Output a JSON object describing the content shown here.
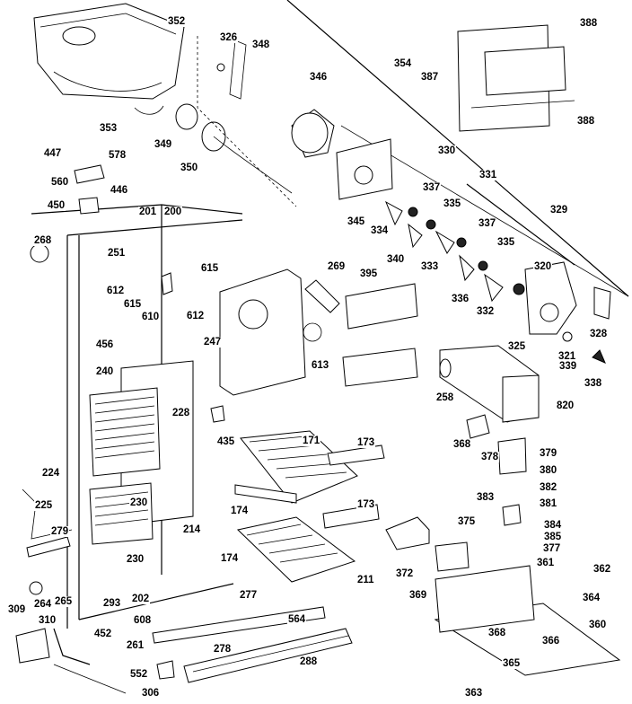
{
  "labels": [
    "352",
    "326",
    "348",
    "388",
    "354",
    "387",
    "346",
    "353",
    "349",
    "350",
    "388",
    "447",
    "578",
    "560",
    "446",
    "450",
    "330",
    "331",
    "345",
    "337",
    "335",
    "329",
    "334",
    "340",
    "333",
    "337",
    "335",
    "201",
    "200",
    "268",
    "251",
    "612",
    "615",
    "615",
    "610",
    "612",
    "269",
    "395",
    "320",
    "336",
    "332",
    "325",
    "328",
    "321",
    "339",
    "338",
    "456",
    "247",
    "613",
    "240",
    "228",
    "258",
    "820",
    "435",
    "171",
    "173",
    "368",
    "378",
    "379",
    "380",
    "382",
    "383",
    "381",
    "384",
    "385",
    "377",
    "375",
    "224",
    "225",
    "230",
    "214",
    "279",
    "174",
    "173",
    "230",
    "372",
    "361",
    "362",
    "369",
    "211",
    "174",
    "264",
    "265",
    "202",
    "293",
    "277",
    "564",
    "309",
    "310",
    "608",
    "452",
    "261",
    "278",
    "552",
    "306",
    "288",
    "368",
    "366",
    "365",
    "363",
    "364",
    "360"
  ]
}
